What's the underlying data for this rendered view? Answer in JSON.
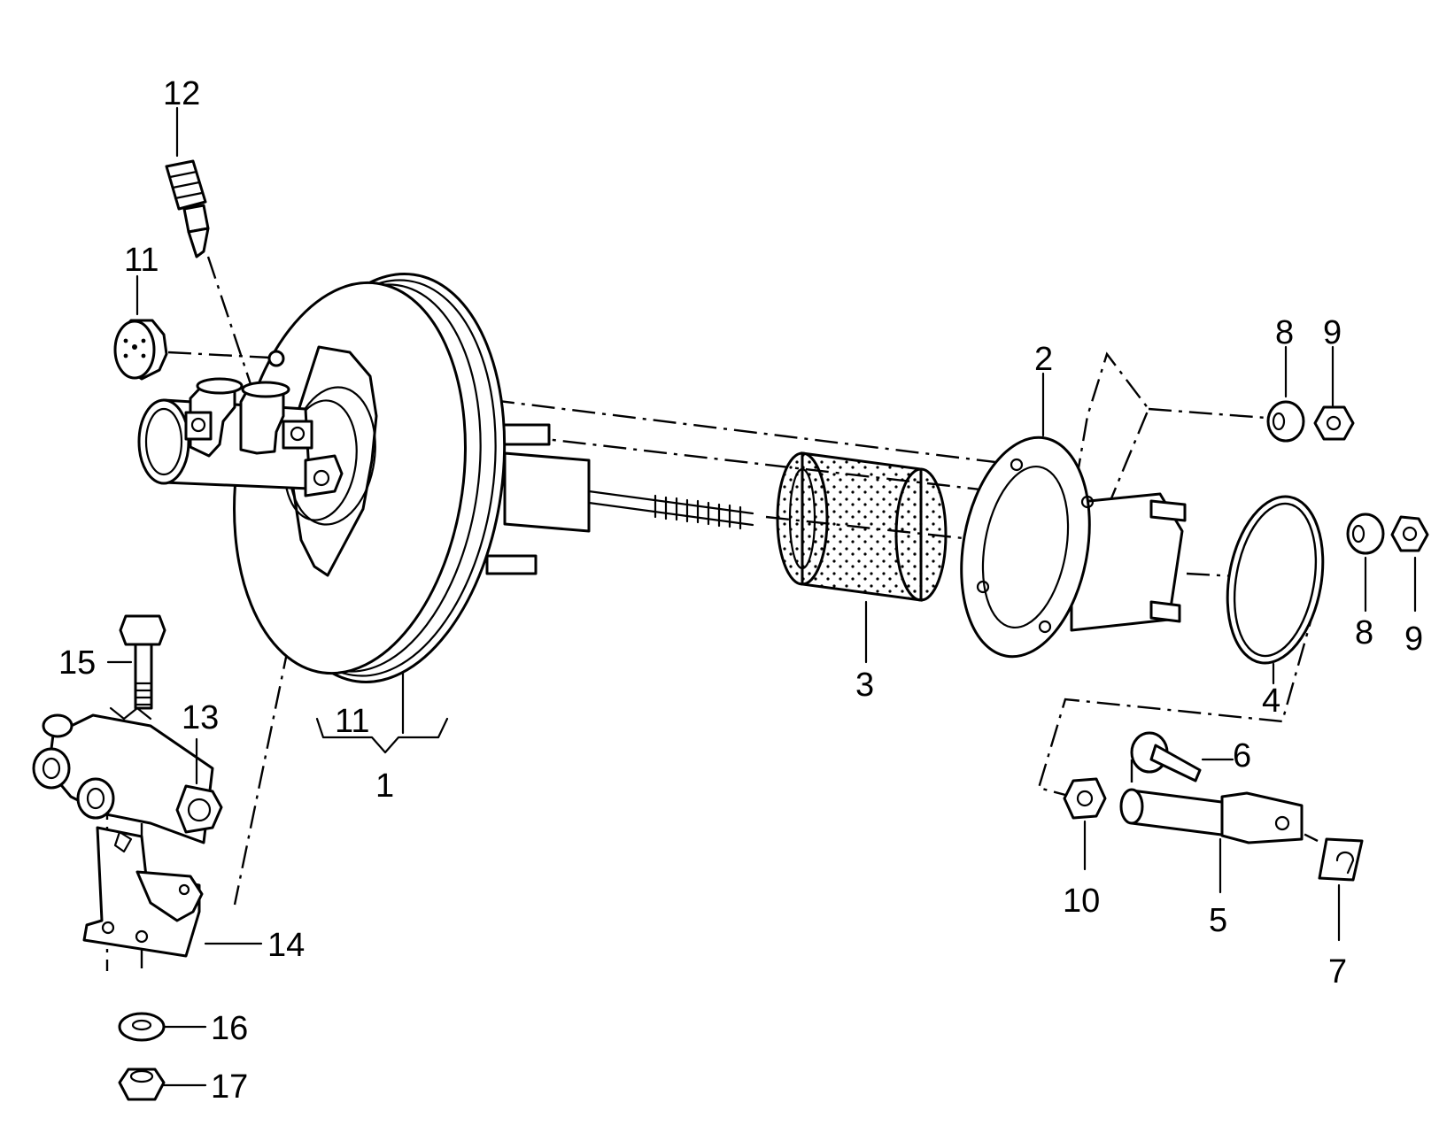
{
  "labels": {
    "p1": "1",
    "p2": "2",
    "p3": "3",
    "p4": "4",
    "p5": "5",
    "p6": "6",
    "p7": "7",
    "p8a": "8",
    "p8b": "8",
    "p9a": "9",
    "p9b": "9",
    "p10": "10",
    "p11a": "11",
    "p11b": "11",
    "p12": "12",
    "p13": "13",
    "p14": "14",
    "p15": "15",
    "p16": "16",
    "p17": "17"
  }
}
